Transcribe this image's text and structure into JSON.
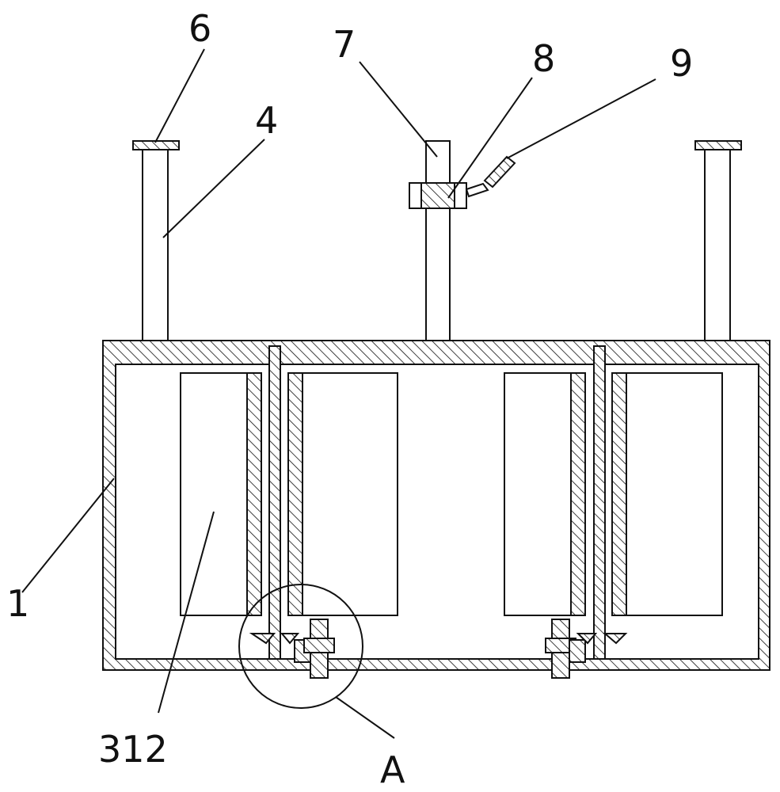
{
  "labels": {
    "box": "1",
    "impeller": "312",
    "post": "4",
    "cap": "6",
    "pole": "7",
    "clamp": "8",
    "handle": "9",
    "detail": "A"
  },
  "colors": {
    "line": "#111111",
    "background": "#ffffff"
  }
}
